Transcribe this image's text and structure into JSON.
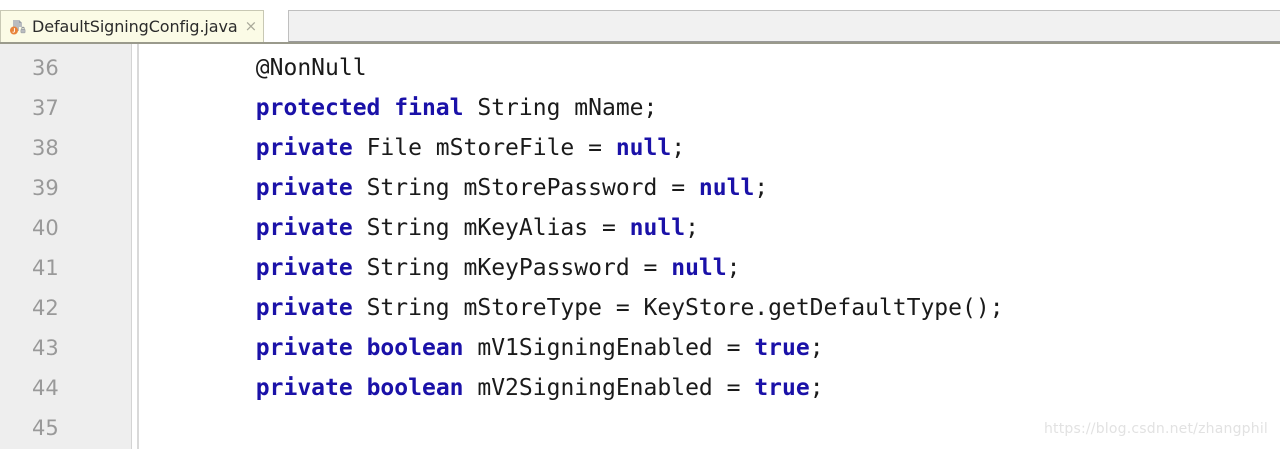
{
  "window": {
    "title": "DefaultSigningConfig.java"
  },
  "tab_bar": {
    "tabs": [
      {
        "label": "DefaultSigningConfig.java",
        "icon": "java-class-secured-icon",
        "close_label": "×",
        "active": true
      }
    ]
  },
  "editor": {
    "first_line_number": 36,
    "lines": [
      {
        "number": "36",
        "tokens": [
          {
            "text": "        ",
            "type": "plain"
          },
          {
            "text": "@NonNull",
            "type": "plain"
          }
        ]
      },
      {
        "number": "37",
        "tokens": [
          {
            "text": "        ",
            "type": "plain"
          },
          {
            "text": "protected",
            "type": "keyword"
          },
          {
            "text": " ",
            "type": "plain"
          },
          {
            "text": "final",
            "type": "keyword"
          },
          {
            "text": " String mName;",
            "type": "plain"
          }
        ]
      },
      {
        "number": "38",
        "tokens": [
          {
            "text": "        ",
            "type": "plain"
          },
          {
            "text": "private",
            "type": "keyword"
          },
          {
            "text": " File mStoreFile = ",
            "type": "plain"
          },
          {
            "text": "null",
            "type": "keyword"
          },
          {
            "text": ";",
            "type": "plain"
          }
        ]
      },
      {
        "number": "39",
        "tokens": [
          {
            "text": "        ",
            "type": "plain"
          },
          {
            "text": "private",
            "type": "keyword"
          },
          {
            "text": " String mStorePassword = ",
            "type": "plain"
          },
          {
            "text": "null",
            "type": "keyword"
          },
          {
            "text": ";",
            "type": "plain"
          }
        ]
      },
      {
        "number": "40",
        "tokens": [
          {
            "text": "        ",
            "type": "plain"
          },
          {
            "text": "private",
            "type": "keyword"
          },
          {
            "text": " String mKeyAlias = ",
            "type": "plain"
          },
          {
            "text": "null",
            "type": "keyword"
          },
          {
            "text": ";",
            "type": "plain"
          }
        ]
      },
      {
        "number": "41",
        "tokens": [
          {
            "text": "        ",
            "type": "plain"
          },
          {
            "text": "private",
            "type": "keyword"
          },
          {
            "text": " String mKeyPassword = ",
            "type": "plain"
          },
          {
            "text": "null",
            "type": "keyword"
          },
          {
            "text": ";",
            "type": "plain"
          }
        ]
      },
      {
        "number": "42",
        "tokens": [
          {
            "text": "        ",
            "type": "plain"
          },
          {
            "text": "private",
            "type": "keyword"
          },
          {
            "text": " String mStoreType = KeyStore.getDefaultType();",
            "type": "plain"
          }
        ]
      },
      {
        "number": "43",
        "tokens": [
          {
            "text": "        ",
            "type": "plain"
          },
          {
            "text": "private",
            "type": "keyword"
          },
          {
            "text": " ",
            "type": "plain"
          },
          {
            "text": "boolean",
            "type": "keyword"
          },
          {
            "text": " mV1SigningEnabled = ",
            "type": "plain"
          },
          {
            "text": "true",
            "type": "keyword"
          },
          {
            "text": ";",
            "type": "plain"
          }
        ]
      },
      {
        "number": "44",
        "tokens": [
          {
            "text": "        ",
            "type": "plain"
          },
          {
            "text": "private",
            "type": "keyword"
          },
          {
            "text": " ",
            "type": "plain"
          },
          {
            "text": "boolean",
            "type": "keyword"
          },
          {
            "text": " mV2SigningEnabled = ",
            "type": "plain"
          },
          {
            "text": "true",
            "type": "keyword"
          },
          {
            "text": ";",
            "type": "plain"
          }
        ]
      },
      {
        "number": "45",
        "tokens": [
          {
            "text": "",
            "type": "plain"
          }
        ]
      }
    ]
  },
  "watermark": {
    "text": "https://blog.csdn.net/zhangphil"
  },
  "colors": {
    "keyword": "#1a11a8",
    "text": "#1a1a1a",
    "gutter_bg": "#eeeeee",
    "line_number": "#999999",
    "tab_active_bg": "#fbfbe6",
    "tab_border": "#c8c8b4",
    "editor_bg": "#ffffff",
    "watermark": "#e2e2e2"
  }
}
